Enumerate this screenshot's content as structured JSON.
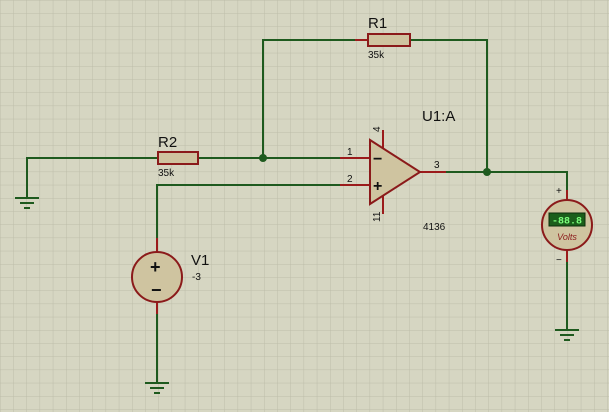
{
  "components": {
    "r1": {
      "ref": "R1",
      "value": "35k"
    },
    "r2": {
      "ref": "R2",
      "value": "35k"
    },
    "opamp": {
      "ref": "U1:A",
      "part": "4136",
      "pins": {
        "inv": "1",
        "noninv": "2",
        "vplus": "4",
        "vminus": "11",
        "out": "3"
      },
      "inv_sign": "−",
      "noninv_sign": "+"
    },
    "v1": {
      "ref": "V1",
      "value": "-3",
      "plus_sign": "+",
      "minus_sign": "−"
    },
    "voltmeter": {
      "reading": "-88.8",
      "unit": "Volts",
      "plus_sign": "+",
      "minus_sign": "−"
    }
  },
  "colors": {
    "background": "#d6d6c2",
    "grid": "#bdbda9",
    "wire": "#1e5a1e",
    "component_outline": "#8b1a1a",
    "component_fill": "#cfc4a0",
    "meter_display": "#1b5e1b"
  }
}
